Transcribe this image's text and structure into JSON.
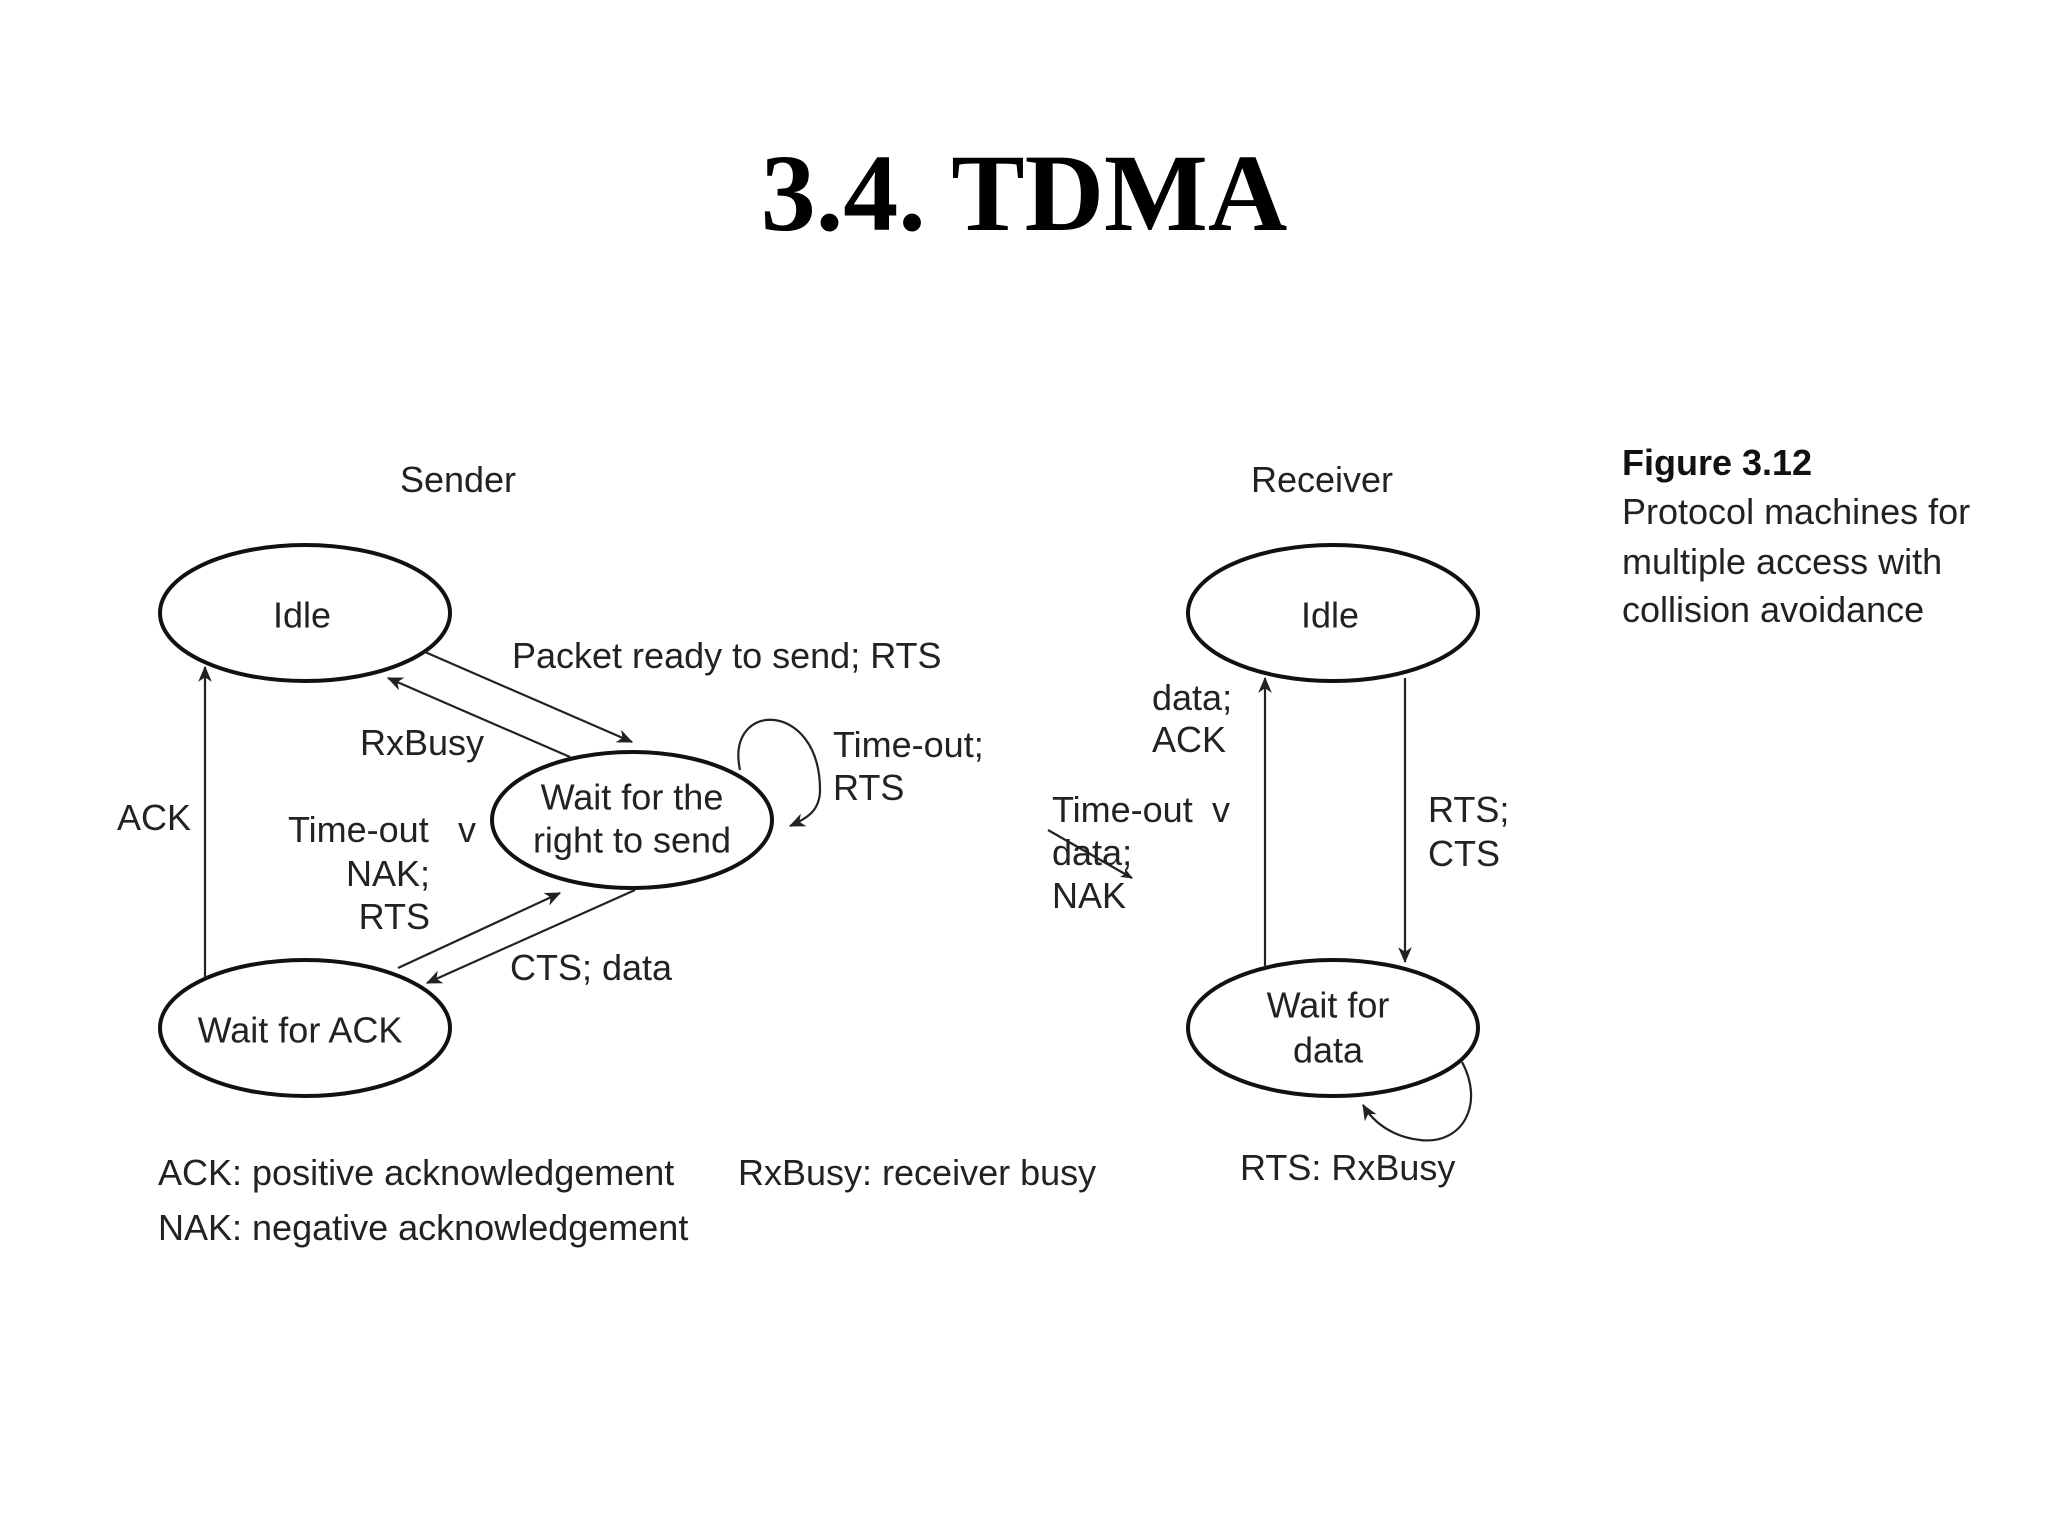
{
  "title": "3.4. TDMA",
  "figure": {
    "caption_title": "Figure 3.12",
    "caption_lines": [
      "Protocol machines for",
      "multiple access with",
      "collision avoidance"
    ],
    "sender": {
      "heading": "Sender",
      "states": {
        "idle": "Idle",
        "wait_right_line1": "Wait for the",
        "wait_right_line2": "right to send",
        "wait_ack": "Wait for ACK"
      },
      "transitions": {
        "packet_ready": "Packet ready to send; RTS",
        "rxbusy": "RxBusy",
        "timeout_rts_line1": "Time-out;",
        "timeout_rts_line2": "RTS",
        "ack": "ACK",
        "timeout_nak_line1": "Time-out",
        "timeout_nak_or": "v",
        "timeout_nak_line2": "NAK;",
        "timeout_nak_line3": "RTS",
        "cts_data": "CTS; data"
      }
    },
    "receiver": {
      "heading": "Receiver",
      "states": {
        "idle": "Idle",
        "wait_data_line1": "Wait for",
        "wait_data_line2": "data"
      },
      "transitions": {
        "data_ack_line1": "data;",
        "data_ack_line2": "ACK",
        "timeout_line1": "Time-out",
        "timeout_or": "v",
        "timeout_line2": "data;",
        "timeout_line3": "NAK",
        "rts_cts_line1": "RTS;",
        "rts_cts_line2": "CTS",
        "rts_rxbusy": "RTS: RxBusy"
      }
    },
    "legend": {
      "ack_def": "ACK: positive acknowledgement",
      "nak_def": "NAK: negative acknowledgement",
      "rxbusy_def": "RxBusy: receiver busy"
    }
  }
}
